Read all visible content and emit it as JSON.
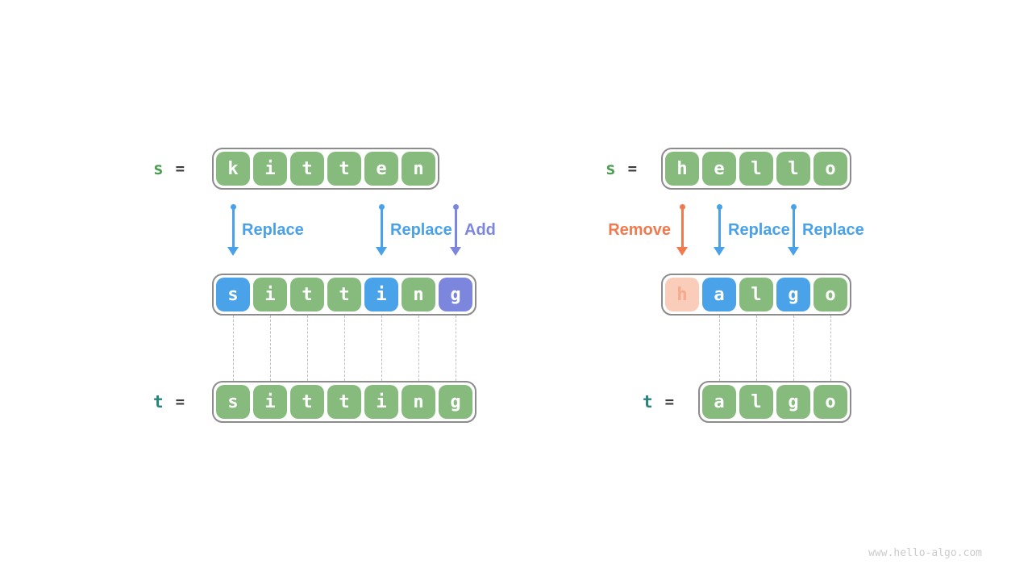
{
  "watermark": "www.hello-algo.com",
  "colors": {
    "green": "#86BB7D",
    "blue": "#4AA3E8",
    "purple": "#7B86DC",
    "peach_bg": "#F9CDB9",
    "peach_text": "#F5A98D",
    "blue_op": "#49A2E9",
    "purple_op": "#7B86DC",
    "orange_op": "#F0794E",
    "var_s": "#509E55",
    "var_t": "#28857D",
    "eq": "#3C3C3C",
    "container_border": "#8C8C8C",
    "connector": "#C0C0C0",
    "watermark": "#CBCBCB"
  },
  "diagrams": [
    {
      "name": "kitten-to-sitting",
      "source": {
        "var": "s",
        "eq": "=",
        "cells": [
          {
            "ch": "k",
            "variant": "green"
          },
          {
            "ch": "i",
            "variant": "green"
          },
          {
            "ch": "t",
            "variant": "green"
          },
          {
            "ch": "t",
            "variant": "green"
          },
          {
            "ch": "e",
            "variant": "green"
          },
          {
            "ch": "n",
            "variant": "green"
          }
        ]
      },
      "operations": [
        {
          "label": "Replace",
          "variant": "blue",
          "column": 0,
          "label_side": "right"
        },
        {
          "label": "Replace",
          "variant": "blue",
          "column": 4,
          "label_side": "right"
        },
        {
          "label": "Add",
          "variant": "purple",
          "column": 6,
          "label_side": "right"
        }
      ],
      "result": {
        "cells": [
          {
            "ch": "s",
            "variant": "blue"
          },
          {
            "ch": "i",
            "variant": "green"
          },
          {
            "ch": "t",
            "variant": "green"
          },
          {
            "ch": "t",
            "variant": "green"
          },
          {
            "ch": "i",
            "variant": "blue"
          },
          {
            "ch": "n",
            "variant": "green"
          },
          {
            "ch": "g",
            "variant": "purple"
          }
        ]
      },
      "connectors": [
        0,
        1,
        2,
        3,
        4,
        5,
        6
      ],
      "target": {
        "var": "t",
        "eq": "=",
        "cells": [
          {
            "ch": "s",
            "variant": "green"
          },
          {
            "ch": "i",
            "variant": "green"
          },
          {
            "ch": "t",
            "variant": "green"
          },
          {
            "ch": "t",
            "variant": "green"
          },
          {
            "ch": "i",
            "variant": "green"
          },
          {
            "ch": "n",
            "variant": "green"
          },
          {
            "ch": "g",
            "variant": "green"
          }
        ]
      }
    },
    {
      "name": "hello-to-algo",
      "source": {
        "var": "s",
        "eq": "=",
        "cells": [
          {
            "ch": "h",
            "variant": "green"
          },
          {
            "ch": "e",
            "variant": "green"
          },
          {
            "ch": "l",
            "variant": "green"
          },
          {
            "ch": "l",
            "variant": "green"
          },
          {
            "ch": "o",
            "variant": "green"
          }
        ]
      },
      "operations": [
        {
          "label": "Remove",
          "variant": "orange",
          "column": 0,
          "label_side": "left"
        },
        {
          "label": "Replace",
          "variant": "blue",
          "column": 1,
          "label_side": "right"
        },
        {
          "label": "Replace",
          "variant": "blue",
          "column": 3,
          "label_side": "right"
        }
      ],
      "result": {
        "cells": [
          {
            "ch": "h",
            "variant": "peach"
          },
          {
            "ch": "a",
            "variant": "blue"
          },
          {
            "ch": "l",
            "variant": "green"
          },
          {
            "ch": "g",
            "variant": "blue"
          },
          {
            "ch": "o",
            "variant": "green"
          }
        ]
      },
      "connectors": [
        1,
        2,
        3,
        4
      ],
      "target": {
        "var": "t",
        "eq": "=",
        "cells": [
          {
            "ch": "a",
            "variant": "green"
          },
          {
            "ch": "l",
            "variant": "green"
          },
          {
            "ch": "g",
            "variant": "green"
          },
          {
            "ch": "o",
            "variant": "green"
          }
        ]
      }
    }
  ]
}
